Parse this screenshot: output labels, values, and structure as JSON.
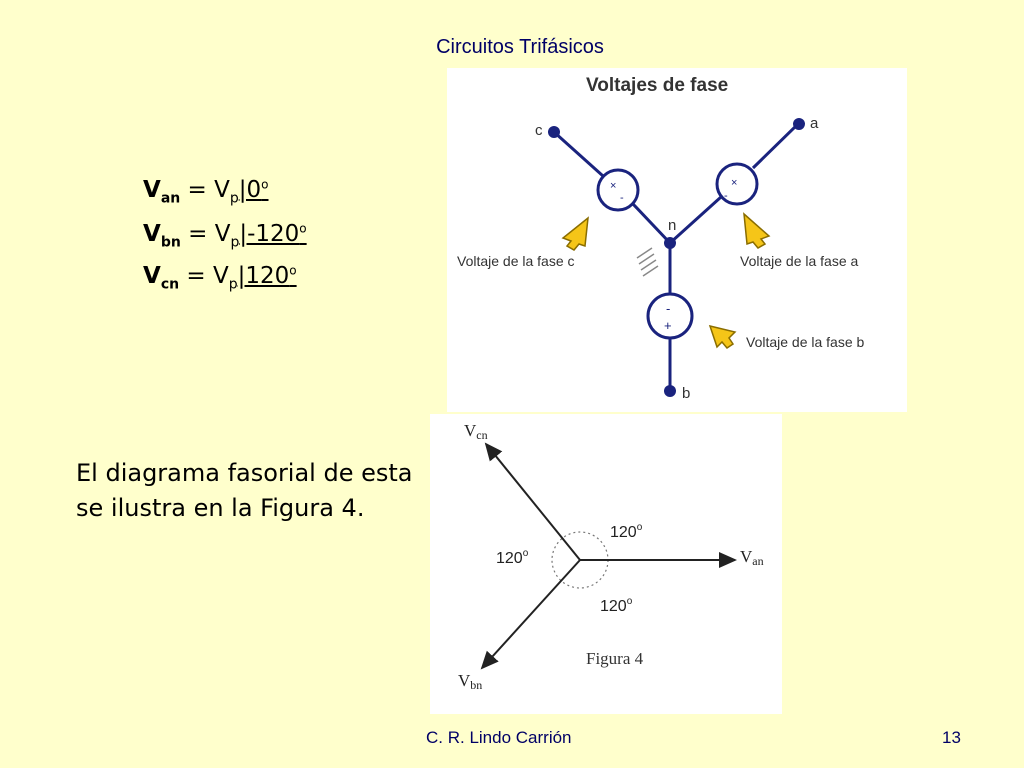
{
  "slide": {
    "title": "Circuitos Trifásicos",
    "body_line1": "El diagrama fasorial de esta",
    "body_line2": "se ilustra en la Figura 4."
  },
  "equations": [
    {
      "lhs_main": "V",
      "lhs_sub": "an",
      "eq": " = V",
      "rhs_sub": "p",
      "angle": "|0",
      "deg": "o"
    },
    {
      "lhs_main": "V",
      "lhs_sub": "bn",
      "eq": " = V",
      "rhs_sub": "p",
      "angle": "|-120",
      "deg": "o"
    },
    {
      "lhs_main": "V",
      "lhs_sub": "cn",
      "eq": " = V",
      "rhs_sub": "p",
      "angle": "|120",
      "deg": "o"
    }
  ],
  "figure_circuit": {
    "title": "Voltajes de fase",
    "node_a": "a",
    "node_b": "b",
    "node_c": "c",
    "node_n": "n",
    "label_phase_a": "Voltaje de la fase a",
    "label_phase_b": "Voltaje de la fase b",
    "label_phase_c": "Voltaje de la fase c",
    "source_plus": "+",
    "source_minus": "-",
    "source_x": "×",
    "accent_color": "#1a237e",
    "arrow_color": "#f5c518"
  },
  "figure_phasor": {
    "label_van_main": "V",
    "label_van_sub": "an",
    "label_vbn_main": "V",
    "label_vbn_sub": "bn",
    "label_vcn_main": "V",
    "label_vcn_sub": "cn",
    "angle_top": "120",
    "angle_left": "120",
    "angle_bottom": "120",
    "deg": "o",
    "caption": "Figura 4"
  },
  "footer": {
    "author": "C. R. Lindo Carrión",
    "page": "13"
  }
}
